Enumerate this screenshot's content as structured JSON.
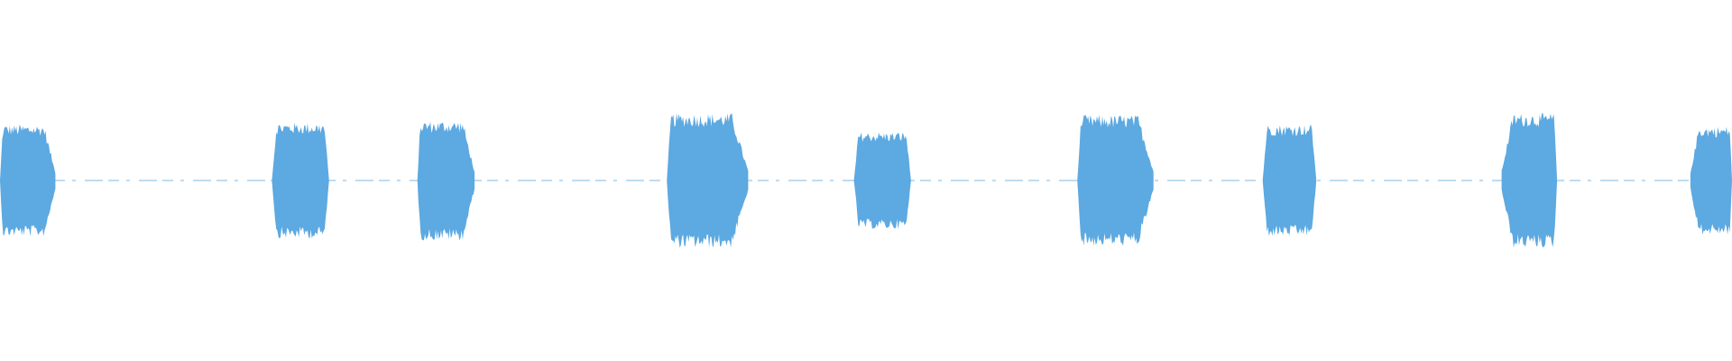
{
  "waveform": {
    "color": "#5DA9E1",
    "background": "#FFFFFF",
    "segments": [
      {
        "start": 0.0,
        "end": 0.032,
        "amplitude": 0.6,
        "shape": "fade-out"
      },
      {
        "start": 0.157,
        "end": 0.19,
        "amplitude": 0.62,
        "shape": "plateau"
      },
      {
        "start": 0.241,
        "end": 0.274,
        "amplitude": 0.64,
        "shape": "fade-out"
      },
      {
        "start": 0.385,
        "end": 0.432,
        "amplitude": 0.72,
        "shape": "fade-out"
      },
      {
        "start": 0.493,
        "end": 0.526,
        "amplitude": 0.52,
        "shape": "plateau"
      },
      {
        "start": 0.622,
        "end": 0.666,
        "amplitude": 0.7,
        "shape": "fade-out"
      },
      {
        "start": 0.729,
        "end": 0.76,
        "amplitude": 0.6,
        "shape": "plateau"
      },
      {
        "start": 0.867,
        "end": 0.899,
        "amplitude": 0.72,
        "shape": "fade-in"
      },
      {
        "start": 0.976,
        "end": 1.0,
        "amplitude": 0.58,
        "shape": "fade-in"
      }
    ],
    "quiet_amplitude": 0.02
  }
}
